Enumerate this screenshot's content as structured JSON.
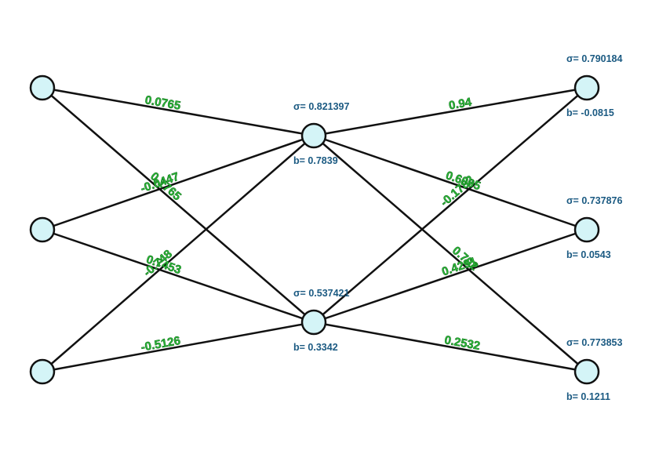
{
  "colors": {
    "background": "#ffffff",
    "edge": "#111111",
    "node_fill": "#d4f4f7",
    "weight_label": "#2db83a",
    "node_label": "#1b5a82"
  },
  "network": {
    "layers": [
      {
        "name": "input",
        "nodes": [
          {
            "id": "i1"
          },
          {
            "id": "i2"
          },
          {
            "id": "i3"
          }
        ]
      },
      {
        "name": "hidden",
        "nodes": [
          {
            "id": "h1",
            "sigma": "σ= 0.821397",
            "bias": "b= 0.7839"
          },
          {
            "id": "h2",
            "sigma": "σ= 0.537421",
            "bias": "b= 0.3342"
          }
        ]
      },
      {
        "name": "output",
        "nodes": [
          {
            "id": "o1",
            "sigma": "σ= 0.790184",
            "bias": "b= -0.0815"
          },
          {
            "id": "o2",
            "sigma": "σ= 0.737876",
            "bias": "b= 0.0543"
          },
          {
            "id": "o3",
            "sigma": "σ= 0.773853",
            "bias": "b= 0.1211"
          }
        ]
      }
    ],
    "edges": [
      {
        "from": "i1",
        "to": "h1",
        "weight": "0.0765"
      },
      {
        "from": "i1",
        "to": "h2",
        "weight": "0.1765"
      },
      {
        "from": "i2",
        "to": "h1",
        "weight": "-0.0447"
      },
      {
        "from": "i2",
        "to": "h2",
        "weight": "0.7453"
      },
      {
        "from": "i3",
        "to": "h1",
        "weight": "-0.748"
      },
      {
        "from": "i3",
        "to": "h2",
        "weight": "-0.5126"
      },
      {
        "from": "h1",
        "to": "o1",
        "weight": "0.94"
      },
      {
        "from": "h1",
        "to": "o2",
        "weight": "0.6005"
      },
      {
        "from": "h1",
        "to": "o3",
        "weight": "0.702"
      },
      {
        "from": "h2",
        "to": "o1",
        "weight": "-0.1782"
      },
      {
        "from": "h2",
        "to": "o2",
        "weight": "0.4291"
      },
      {
        "from": "h2",
        "to": "o3",
        "weight": "0.2532"
      }
    ]
  }
}
